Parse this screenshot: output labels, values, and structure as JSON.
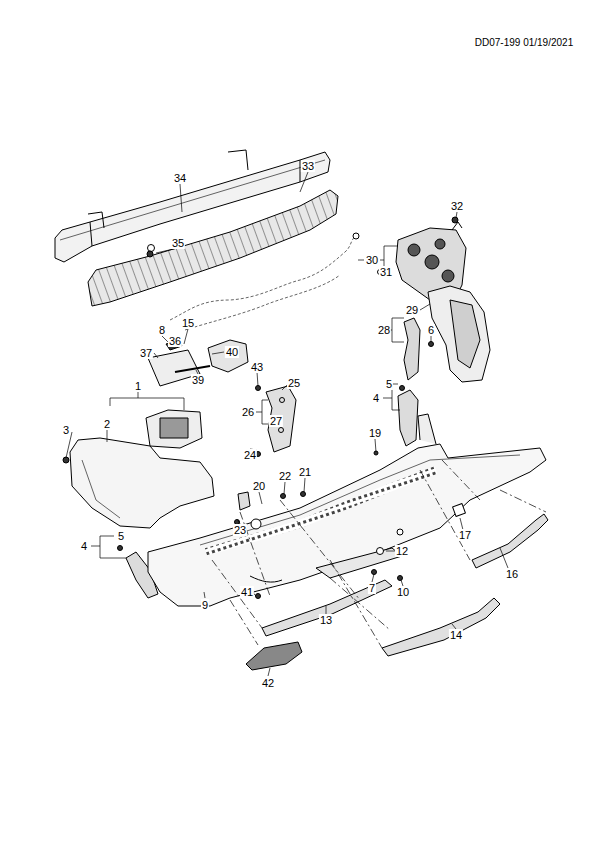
{
  "diagram": {
    "labels": [
      "DD07-199 01/19/2021",
      "34",
      "33",
      "32",
      "35",
      "30",
      "31",
      "29",
      "28",
      "6",
      "8",
      "15",
      "36",
      "37",
      "40",
      "39",
      "43",
      "25",
      "1",
      "26",
      "27",
      "5",
      "4",
      "3",
      "2",
      "24",
      "19",
      "22",
      "21",
      "20",
      "23",
      "17",
      "5",
      "4",
      "12",
      "7",
      "10",
      "16",
      "41",
      "9",
      "13",
      "14",
      "42"
    ]
  }
}
